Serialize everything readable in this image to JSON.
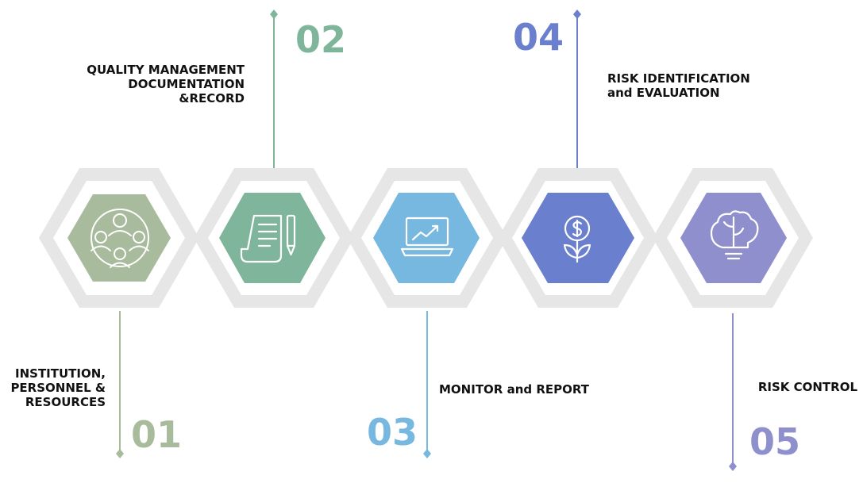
{
  "steps": [
    {
      "number": "01",
      "label": "INSTITUTION,\nPERSONNEL &\nRESOURCES",
      "color": "#a9bb9d",
      "icon": "group-people-icon"
    },
    {
      "number": "02",
      "label": "QUALITY MANAGEMENT\nDOCUMENTATION\n&RECORD",
      "color": "#7fb59a",
      "icon": "document-pen-icon"
    },
    {
      "number": "03",
      "label": "MONITOR and REPORT",
      "color": "#77b8e0",
      "icon": "laptop-chart-icon"
    },
    {
      "number": "04",
      "label": "RISK IDENTIFICATION\nand EVALUATION",
      "color": "#6a7fcd",
      "icon": "dollar-plant-icon"
    },
    {
      "number": "05",
      "label": "RISK CONTROL",
      "color": "#8f8fce",
      "icon": "brain-bulb-icon"
    }
  ],
  "ring_color": "#e6e6e6"
}
